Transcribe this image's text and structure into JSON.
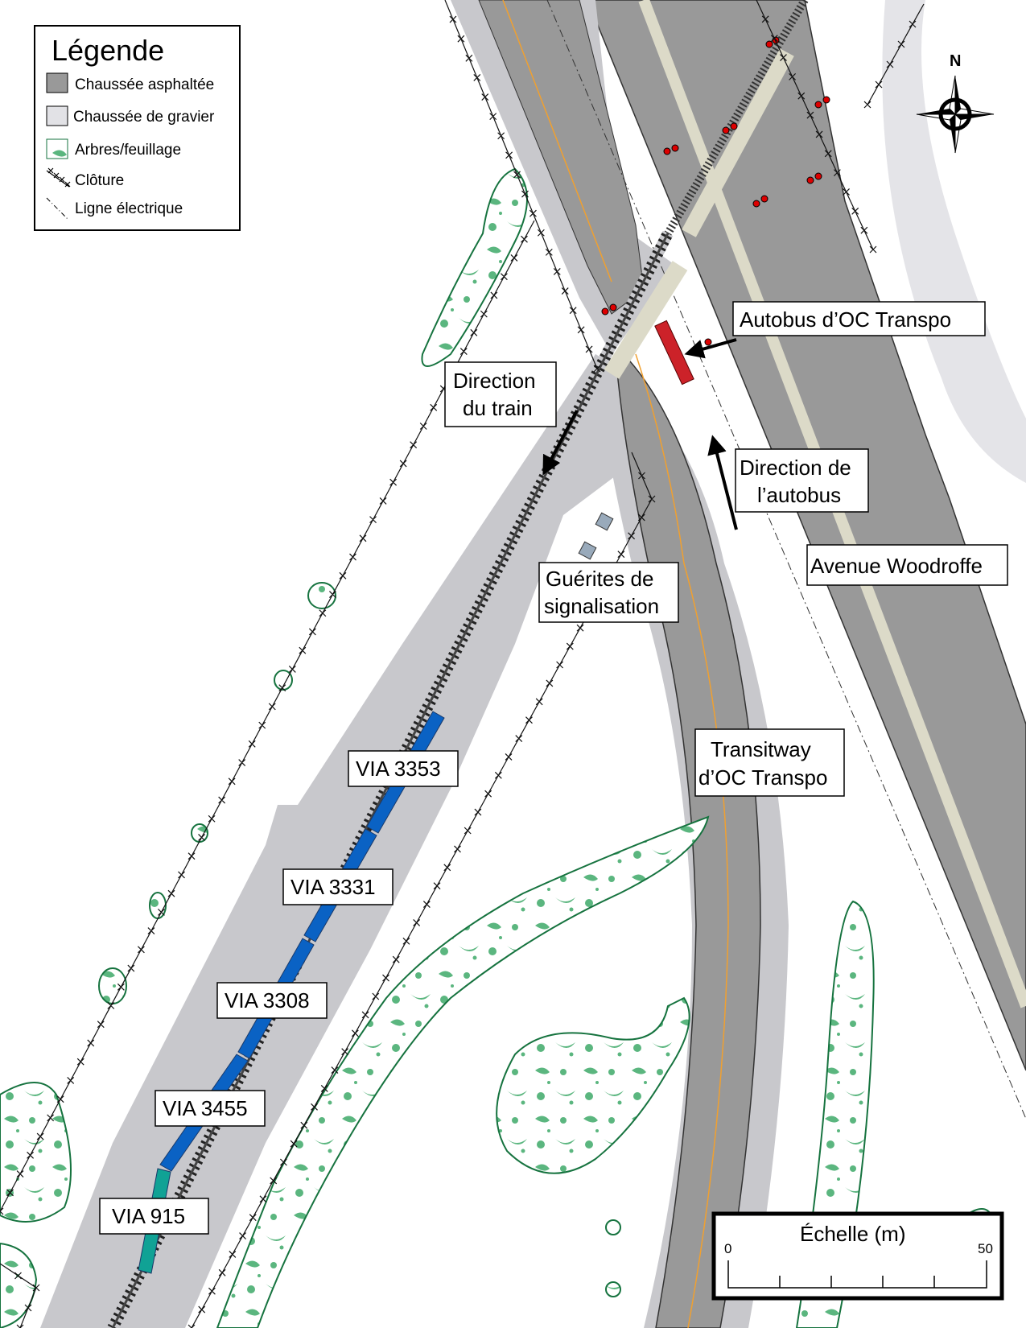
{
  "legend": {
    "title": "Légende",
    "items": [
      {
        "label": "Chaussée asphaltée",
        "swatch": "#999999"
      },
      {
        "label": "Chaussée de gravier",
        "swatch": "#e2e2e6"
      },
      {
        "label": "Arbres/feuillage",
        "swatch": "#5bb67f"
      },
      {
        "label": "Clôture",
        "swatch": "fence"
      },
      {
        "label": "Ligne électrique",
        "swatch": "power-line"
      }
    ]
  },
  "labels": {
    "bus": "Autobus d’OC Transpo",
    "train_direction": [
      "Direction",
      "du train"
    ],
    "bus_direction": [
      "Direction de",
      "l’autobus"
    ],
    "avenue": "Avenue Woodroffe",
    "huts": [
      "Guérites de",
      "signalisation"
    ],
    "transitway": [
      "Transitway",
      "d’OC Transpo"
    ],
    "trains": [
      "VIA 3353",
      "VIA 3331",
      "VIA 3308",
      "VIA 3455",
      "VIA 915"
    ]
  },
  "north": "N",
  "scale": {
    "title": "Échelle (m)",
    "min": "0",
    "max": "50"
  },
  "colors": {
    "asphalt": "#999999",
    "gravel": "#c8c8cc",
    "foliage": "#5bb67f",
    "foliage_line": "#16733f",
    "train": "#0a62c4",
    "train_last": "#10a295",
    "bus": "#cc2229",
    "median": "#dcdac8"
  }
}
